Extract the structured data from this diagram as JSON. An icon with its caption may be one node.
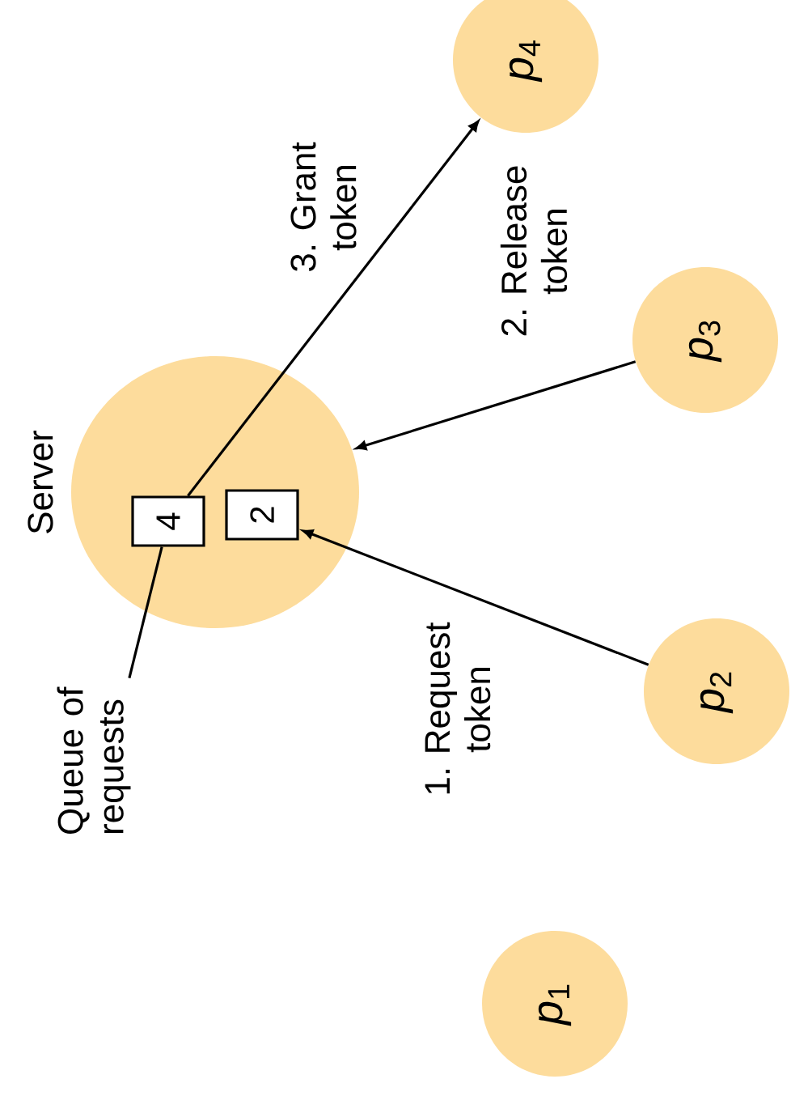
{
  "diagram": {
    "nodes": [
      {
        "text": [
          "Server"
        ]
      },
      {
        "text": [
          "4"
        ],
        "in": 0
      },
      {
        "text": [
          "2"
        ],
        "in": 0
      },
      {
        "text": [
          "*p*$_{1}$"
        ]
      },
      {
        "text": [
          "*p*$_{2}$"
        ]
      },
      {
        "text": [
          "*p*$_{3}$"
        ]
      },
      {
        "text": [
          "*p*$_{4}$"
        ]
      },
      {
        "text": [
          "Queue of requests"
        ]
      }
    ],
    "edges": [
      {
        "from": 4,
        "to": 2,
        "arrow": "to",
        "label": "1. Request token"
      },
      {
        "from": 5,
        "to": 0,
        "arrow": "to",
        "label": "2. Release token"
      },
      {
        "from": 1,
        "to": 6,
        "arrow": "to",
        "label": "3. Grant token"
      },
      {
        "from": 7,
        "to": 1,
        "arrow": "none"
      }
    ]
  }
}
